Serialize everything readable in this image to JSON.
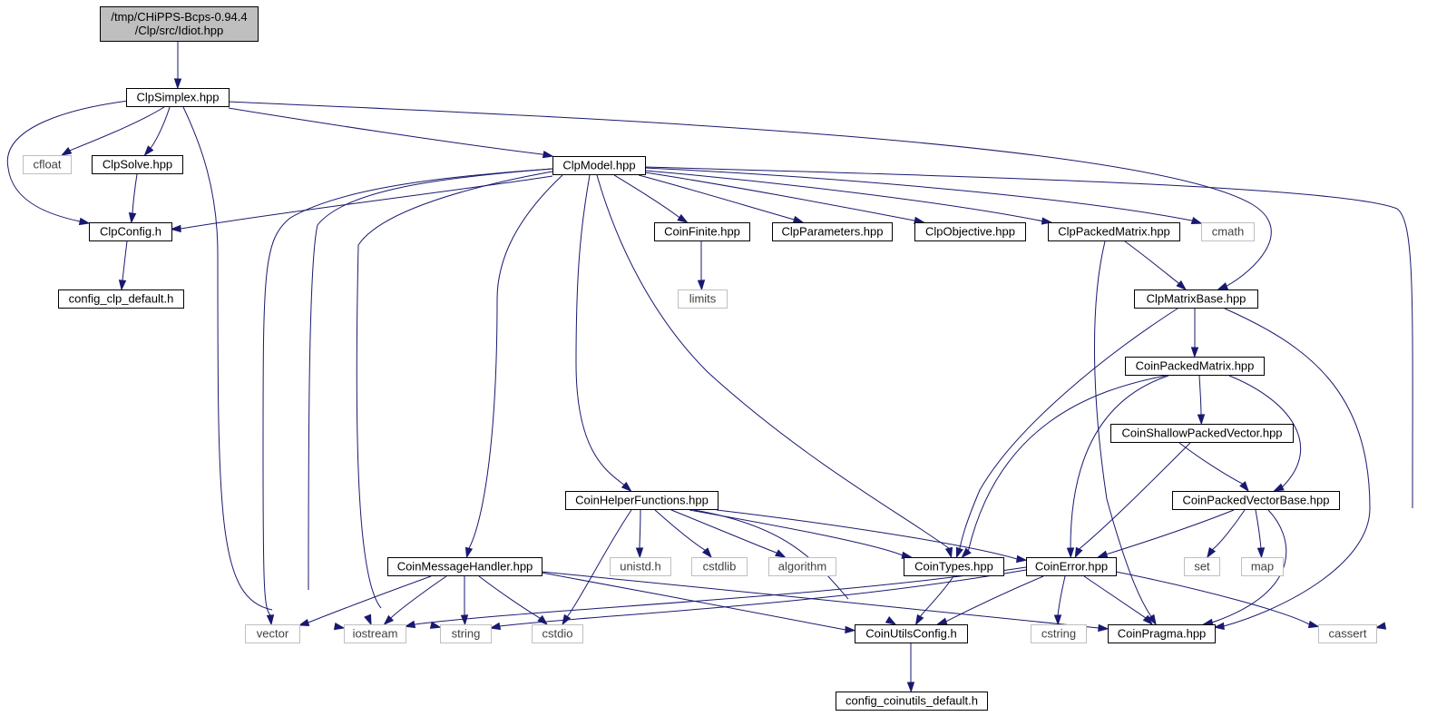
{
  "graph": {
    "colors": {
      "edge": "#191970",
      "root_fill": "#bfbfbf",
      "node_border": "#000000",
      "external_border": "#bfbfbf"
    },
    "nodes": [
      {
        "id": "root",
        "lines": [
          "/tmp/CHiPPS-Bcps-0.94.4",
          "/Clp/src/Idiot.hpp"
        ],
        "kind": "root"
      },
      {
        "id": "ClpSimplex",
        "lines": [
          "ClpSimplex.hpp"
        ],
        "kind": "linked"
      },
      {
        "id": "cfloat",
        "lines": [
          "cfloat"
        ],
        "kind": "external"
      },
      {
        "id": "ClpSolve",
        "lines": [
          "ClpSolve.hpp"
        ],
        "kind": "linked"
      },
      {
        "id": "ClpModel",
        "lines": [
          "ClpModel.hpp"
        ],
        "kind": "linked"
      },
      {
        "id": "ClpConfig",
        "lines": [
          "ClpConfig.h"
        ],
        "kind": "linked"
      },
      {
        "id": "config_clp_default",
        "lines": [
          "config_clp_default.h"
        ],
        "kind": "linked"
      },
      {
        "id": "CoinFinite",
        "lines": [
          "CoinFinite.hpp"
        ],
        "kind": "linked"
      },
      {
        "id": "ClpParameters",
        "lines": [
          "ClpParameters.hpp"
        ],
        "kind": "linked"
      },
      {
        "id": "ClpObjective",
        "lines": [
          "ClpObjective.hpp"
        ],
        "kind": "linked"
      },
      {
        "id": "ClpPackedMatrix",
        "lines": [
          "ClpPackedMatrix.hpp"
        ],
        "kind": "linked"
      },
      {
        "id": "cmath",
        "lines": [
          "cmath"
        ],
        "kind": "external"
      },
      {
        "id": "limits",
        "lines": [
          "limits"
        ],
        "kind": "external"
      },
      {
        "id": "ClpMatrixBase",
        "lines": [
          "ClpMatrixBase.hpp"
        ],
        "kind": "linked"
      },
      {
        "id": "CoinPackedMatrix",
        "lines": [
          "CoinPackedMatrix.hpp"
        ],
        "kind": "linked"
      },
      {
        "id": "CoinShallowPackedVector",
        "lines": [
          "CoinShallowPackedVector.hpp"
        ],
        "kind": "linked"
      },
      {
        "id": "CoinPackedVectorBase",
        "lines": [
          "CoinPackedVectorBase.hpp"
        ],
        "kind": "linked"
      },
      {
        "id": "CoinHelperFunctions",
        "lines": [
          "CoinHelperFunctions.hpp"
        ],
        "kind": "linked"
      },
      {
        "id": "CoinMessageHandler",
        "lines": [
          "CoinMessageHandler.hpp"
        ],
        "kind": "linked"
      },
      {
        "id": "unistd",
        "lines": [
          "unistd.h"
        ],
        "kind": "external"
      },
      {
        "id": "cstdlib",
        "lines": [
          "cstdlib"
        ],
        "kind": "external"
      },
      {
        "id": "algorithm",
        "lines": [
          "algorithm"
        ],
        "kind": "external"
      },
      {
        "id": "CoinTypes",
        "lines": [
          "CoinTypes.hpp"
        ],
        "kind": "linked"
      },
      {
        "id": "CoinError",
        "lines": [
          "CoinError.hpp"
        ],
        "kind": "linked"
      },
      {
        "id": "set",
        "lines": [
          "set"
        ],
        "kind": "external"
      },
      {
        "id": "map",
        "lines": [
          "map"
        ],
        "kind": "external"
      },
      {
        "id": "vector",
        "lines": [
          "vector"
        ],
        "kind": "external"
      },
      {
        "id": "iostream",
        "lines": [
          "iostream"
        ],
        "kind": "external"
      },
      {
        "id": "string",
        "lines": [
          "string"
        ],
        "kind": "external"
      },
      {
        "id": "cstdio",
        "lines": [
          "cstdio"
        ],
        "kind": "external"
      },
      {
        "id": "CoinUtilsConfig",
        "lines": [
          "CoinUtilsConfig.h"
        ],
        "kind": "linked"
      },
      {
        "id": "cstring",
        "lines": [
          "cstring"
        ],
        "kind": "external"
      },
      {
        "id": "CoinPragma",
        "lines": [
          "CoinPragma.hpp"
        ],
        "kind": "linked"
      },
      {
        "id": "cassert",
        "lines": [
          "cassert"
        ],
        "kind": "external"
      },
      {
        "id": "config_coinutils_default",
        "lines": [
          "config_coinutils_default.h"
        ],
        "kind": "linked"
      }
    ]
  }
}
